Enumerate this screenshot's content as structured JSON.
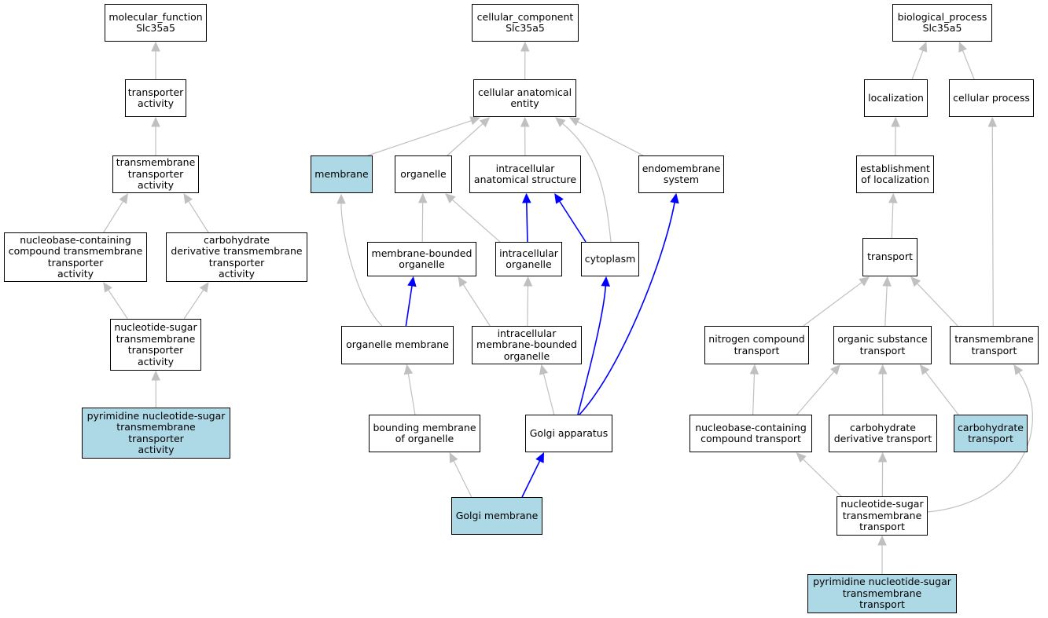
{
  "colors": {
    "edge_default": "#c0c0c0",
    "edge_highlight": "#0000ff",
    "node_highlight": "#add8e6",
    "node_default": "#ffffff"
  },
  "nodes": [
    {
      "id": "mf_root",
      "label": "molecular_function\nSlc35a5"
    },
    {
      "id": "mf_transporter",
      "label": "transporter\nactivity"
    },
    {
      "id": "mf_transmembrane",
      "label": "transmembrane\ntransporter\nactivity"
    },
    {
      "id": "mf_nucleobase",
      "label": "nucleobase-containing\ncompound transmembrane\ntransporter\nactivity"
    },
    {
      "id": "mf_carbderiv",
      "label": "carbohydrate\nderivative transmembrane\ntransporter\nactivity"
    },
    {
      "id": "mf_nucsugar",
      "label": "nucleotide-sugar\ntransmembrane\ntransporter\nactivity"
    },
    {
      "id": "mf_pyrimidine",
      "label": "pyrimidine nucleotide-sugar\ntransmembrane\ntransporter\nactivity",
      "highlight": true
    },
    {
      "id": "cc_root",
      "label": "cellular_component\nSlc35a5"
    },
    {
      "id": "cc_entity",
      "label": "cellular anatomical\nentity"
    },
    {
      "id": "cc_membrane",
      "label": "membrane",
      "highlight": true
    },
    {
      "id": "cc_organelle",
      "label": "organelle"
    },
    {
      "id": "cc_intracellular",
      "label": "intracellular\nanatomical structure"
    },
    {
      "id": "cc_endomembrane",
      "label": "endomembrane\nsystem"
    },
    {
      "id": "cc_membound",
      "label": "membrane-bounded\norganelle"
    },
    {
      "id": "cc_intraorg",
      "label": "intracellular\norganelle"
    },
    {
      "id": "cc_cytoplasm",
      "label": "cytoplasm"
    },
    {
      "id": "cc_orgmem",
      "label": "organelle membrane"
    },
    {
      "id": "cc_intramembound",
      "label": "intracellular\nmembrane-bounded\norganelle"
    },
    {
      "id": "cc_bounding",
      "label": "bounding membrane\nof organelle"
    },
    {
      "id": "cc_golgi",
      "label": "Golgi apparatus"
    },
    {
      "id": "cc_golgimem",
      "label": "Golgi membrane",
      "highlight": true
    },
    {
      "id": "bp_root",
      "label": "biological_process\nSlc35a5"
    },
    {
      "id": "bp_localization",
      "label": "localization"
    },
    {
      "id": "bp_cellular",
      "label": "cellular process"
    },
    {
      "id": "bp_establishment",
      "label": "establishment\nof localization"
    },
    {
      "id": "bp_transport",
      "label": "transport"
    },
    {
      "id": "bp_nitrogen",
      "label": "nitrogen compound\ntransport"
    },
    {
      "id": "bp_organic",
      "label": "organic substance\ntransport"
    },
    {
      "id": "bp_transmembrane",
      "label": "transmembrane\ntransport"
    },
    {
      "id": "bp_nucleobase",
      "label": "nucleobase-containing\ncompound transport"
    },
    {
      "id": "bp_carbderiv",
      "label": "carbohydrate\nderivative transport"
    },
    {
      "id": "bp_carbohydrate",
      "label": "carbohydrate\ntransport",
      "highlight": true
    },
    {
      "id": "bp_nucsugar",
      "label": "nucleotide-sugar\ntransmembrane\ntransport"
    },
    {
      "id": "bp_pyrimidine",
      "label": "pyrimidine nucleotide-sugar\ntransmembrane\ntransport",
      "highlight": true
    }
  ],
  "edges": [
    {
      "from": "mf_transporter",
      "to": "mf_root"
    },
    {
      "from": "mf_transmembrane",
      "to": "mf_transporter"
    },
    {
      "from": "mf_nucleobase",
      "to": "mf_transmembrane"
    },
    {
      "from": "mf_carbderiv",
      "to": "mf_transmembrane"
    },
    {
      "from": "mf_nucsugar",
      "to": "mf_nucleobase"
    },
    {
      "from": "mf_nucsugar",
      "to": "mf_carbderiv"
    },
    {
      "from": "mf_pyrimidine",
      "to": "mf_nucsugar"
    },
    {
      "from": "cc_entity",
      "to": "cc_root"
    },
    {
      "from": "cc_membrane",
      "to": "cc_entity"
    },
    {
      "from": "cc_organelle",
      "to": "cc_entity"
    },
    {
      "from": "cc_intracellular",
      "to": "cc_entity"
    },
    {
      "from": "cc_cytoplasm",
      "to": "cc_entity"
    },
    {
      "from": "cc_endomembrane",
      "to": "cc_entity"
    },
    {
      "from": "cc_membound",
      "to": "cc_organelle"
    },
    {
      "from": "cc_intraorg",
      "to": "cc_organelle"
    },
    {
      "from": "cc_intraorg",
      "to": "cc_intracellular",
      "highlight": true
    },
    {
      "from": "cc_cytoplasm",
      "to": "cc_intracellular",
      "highlight": true
    },
    {
      "from": "cc_orgmem",
      "to": "cc_membrane"
    },
    {
      "from": "cc_orgmem",
      "to": "cc_membound",
      "highlight": true
    },
    {
      "from": "cc_intramembound",
      "to": "cc_membound"
    },
    {
      "from": "cc_intramembound",
      "to": "cc_intraorg"
    },
    {
      "from": "cc_bounding",
      "to": "cc_orgmem"
    },
    {
      "from": "cc_golgi",
      "to": "cc_intramembound"
    },
    {
      "from": "cc_golgi",
      "to": "cc_cytoplasm",
      "highlight": true
    },
    {
      "from": "cc_golgi",
      "to": "cc_endomembrane",
      "highlight": true
    },
    {
      "from": "cc_golgimem",
      "to": "cc_bounding"
    },
    {
      "from": "cc_golgimem",
      "to": "cc_golgi",
      "highlight": true
    },
    {
      "from": "bp_localization",
      "to": "bp_root"
    },
    {
      "from": "bp_cellular",
      "to": "bp_root"
    },
    {
      "from": "bp_establishment",
      "to": "bp_localization"
    },
    {
      "from": "bp_transport",
      "to": "bp_establishment"
    },
    {
      "from": "bp_nitrogen",
      "to": "bp_transport"
    },
    {
      "from": "bp_organic",
      "to": "bp_transport"
    },
    {
      "from": "bp_transmembrane",
      "to": "bp_transport"
    },
    {
      "from": "bp_transmembrane",
      "to": "bp_cellular"
    },
    {
      "from": "bp_nucleobase",
      "to": "bp_nitrogen"
    },
    {
      "from": "bp_nucleobase",
      "to": "bp_organic"
    },
    {
      "from": "bp_carbderiv",
      "to": "bp_organic"
    },
    {
      "from": "bp_carbohydrate",
      "to": "bp_organic"
    },
    {
      "from": "bp_nucsugar",
      "to": "bp_nucleobase"
    },
    {
      "from": "bp_nucsugar",
      "to": "bp_carbderiv"
    },
    {
      "from": "bp_nucsugar",
      "to": "bp_transmembrane"
    },
    {
      "from": "bp_pyrimidine",
      "to": "bp_nucsugar"
    }
  ]
}
